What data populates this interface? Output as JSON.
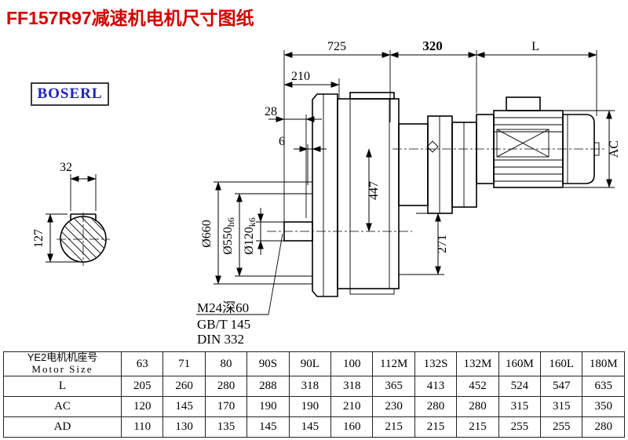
{
  "page": {
    "title": "FF157R97减速机电机尺寸图纸",
    "brand": "BOSERL"
  },
  "colors": {
    "title_red": "#d30000",
    "brand_blue": "#1c24b8",
    "line_black": "#000000"
  },
  "drawing": {
    "dims": {
      "d725": "725",
      "d320": "320",
      "dL": "L",
      "d210": "210",
      "d28": "28",
      "d6": "6",
      "dAC": "AC",
      "d447": "447",
      "d271": "271",
      "d32": "32",
      "d127": "127",
      "dia660": "Ø660",
      "dia550": "Ø550",
      "dia550_tol": "h6",
      "dia120": "Ø120",
      "dia120_tol": "k6"
    },
    "notes": {
      "thread": "M24深60",
      "gb": "GB/T 145",
      "din": "DIN 332"
    }
  },
  "table": {
    "header": {
      "title_cn": "YE2电机机座号",
      "title_en": "Motor Size",
      "sizes": [
        "63",
        "71",
        "80",
        "90S",
        "90L",
        "100",
        "112M",
        "132S",
        "132M",
        "160M",
        "160L",
        "180M"
      ]
    },
    "rows": [
      {
        "label": "L",
        "values": [
          "205",
          "260",
          "280",
          "288",
          "318",
          "318",
          "365",
          "413",
          "452",
          "524",
          "547",
          "635"
        ]
      },
      {
        "label": "AC",
        "values": [
          "120",
          "145",
          "170",
          "190",
          "190",
          "210",
          "230",
          "280",
          "280",
          "315",
          "315",
          "350"
        ]
      },
      {
        "label": "AD",
        "values": [
          "110",
          "130",
          "135",
          "145",
          "145",
          "160",
          "215",
          "215",
          "215",
          "255",
          "255",
          "280"
        ]
      }
    ]
  }
}
